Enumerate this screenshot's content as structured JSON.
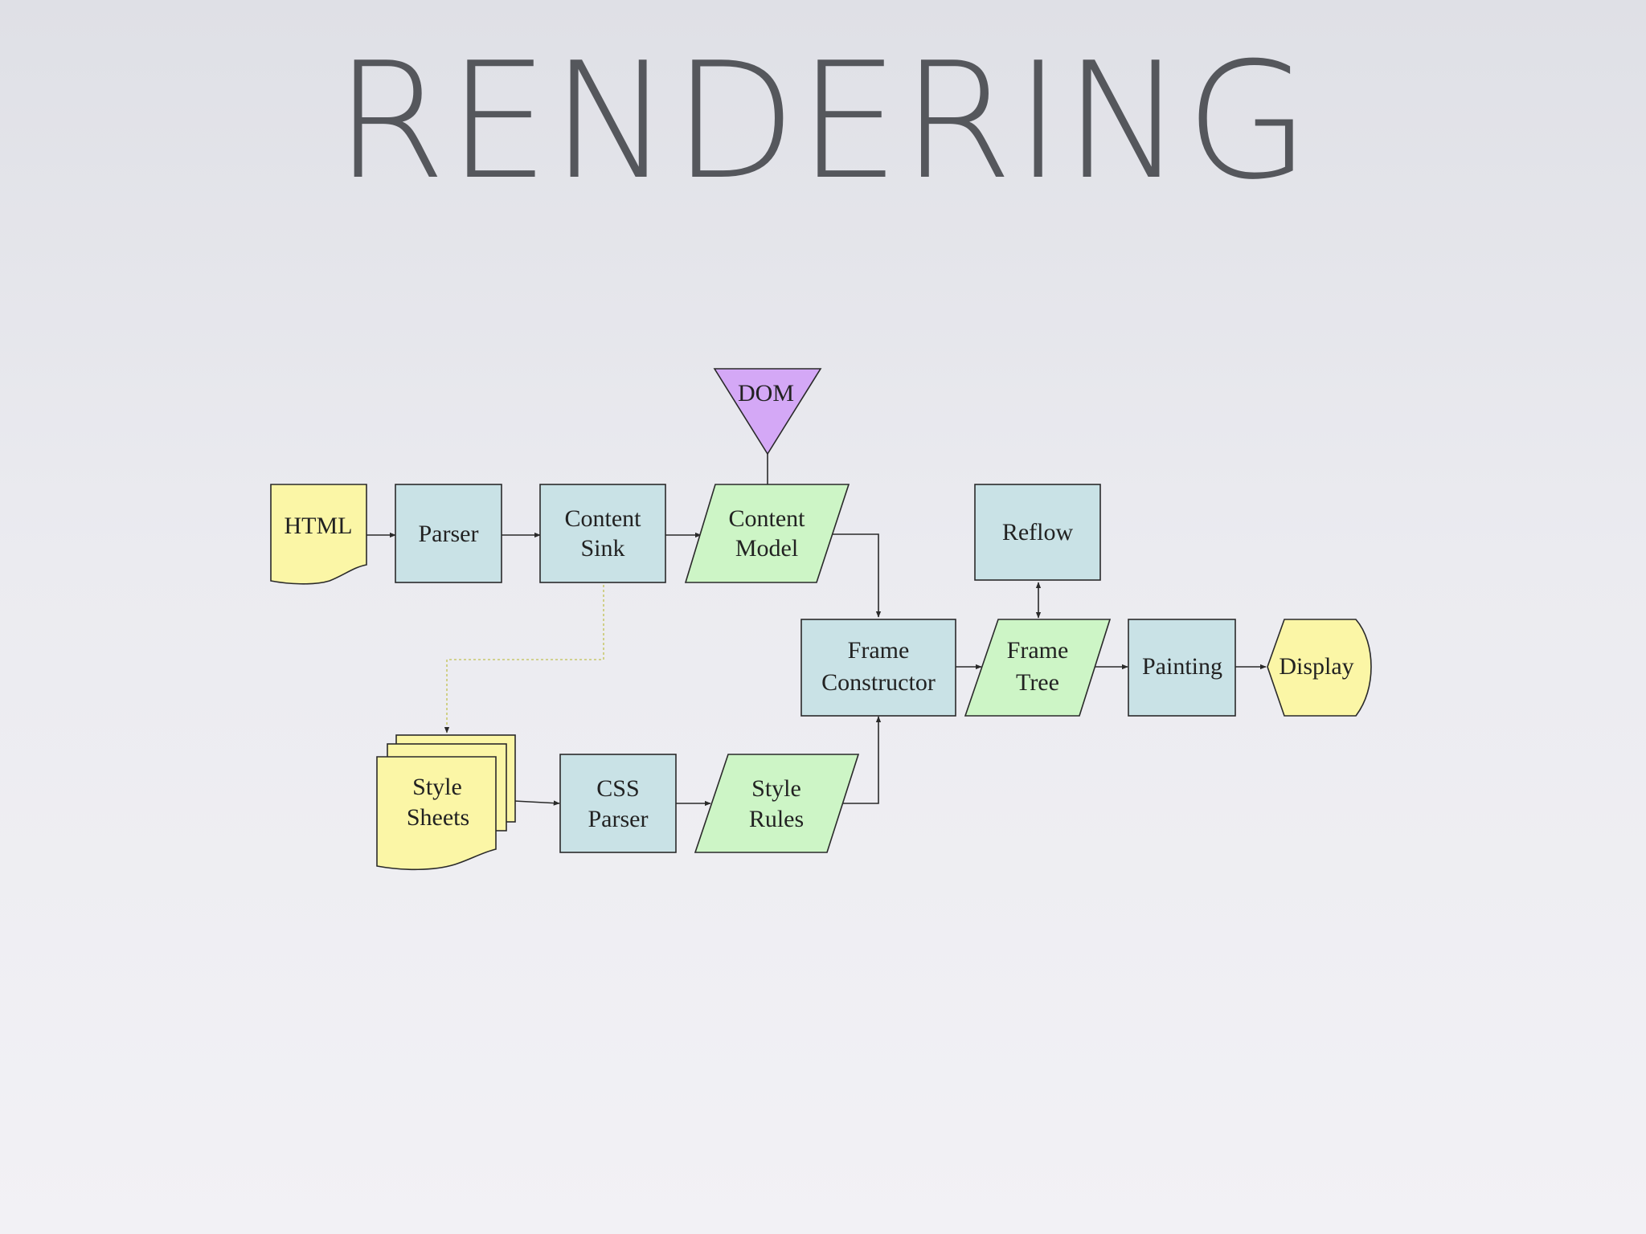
{
  "slide": {
    "title": "RENDERING"
  },
  "colors": {
    "process_fill": "#c9e2e6",
    "data_fill": "#cdf5c6",
    "document_fill": "#fbf6a6",
    "dom_fill": "#d4a8f6",
    "stroke": "#2a2a2a",
    "dotted_connector": "#c8c86e"
  },
  "diagram": {
    "nodes": {
      "html": {
        "lines": [
          "HTML"
        ]
      },
      "parser": {
        "lines": [
          "Parser"
        ]
      },
      "content_sink": {
        "lines": [
          "Content",
          "Sink"
        ]
      },
      "content_model": {
        "lines": [
          "Content",
          "Model"
        ]
      },
      "dom": {
        "lines": [
          "DOM"
        ]
      },
      "reflow": {
        "lines": [
          "Reflow"
        ]
      },
      "frame_constructor": {
        "lines": [
          "Frame",
          "Constructor"
        ]
      },
      "frame_tree": {
        "lines": [
          "Frame",
          "Tree"
        ]
      },
      "painting": {
        "lines": [
          "Painting"
        ]
      },
      "display": {
        "lines": [
          "Display"
        ]
      },
      "style_sheets": {
        "lines": [
          "Style",
          "Sheets"
        ]
      },
      "css_parser": {
        "lines": [
          "CSS",
          "Parser"
        ]
      },
      "style_rules": {
        "lines": [
          "Style",
          "Rules"
        ]
      }
    }
  }
}
